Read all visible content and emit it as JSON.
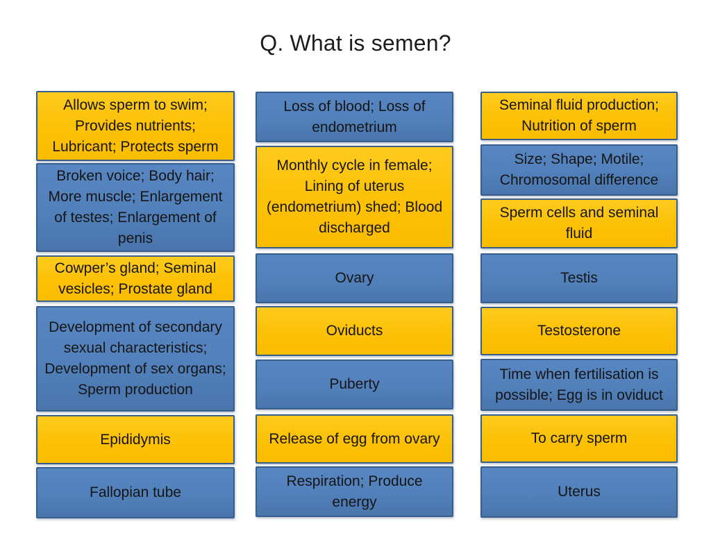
{
  "slide_title": "Q. What is semen?",
  "colors": {
    "box_yellow": "#FCC005",
    "box_blue": "#5180BA",
    "box_border": "#3A5E8C",
    "text": "#151515",
    "background": "#FFFFFF"
  },
  "columns": [
    {
      "boxes": [
        {
          "label": "Allows sperm to swim; Provides nutrients; Lubricant; Protects sperm",
          "color": "yellow"
        },
        {
          "label": "Broken voice; Body hair; More muscle; Enlargement of testes; Enlargement of penis",
          "color": "blue"
        },
        {
          "label": "Cowper’s gland; Seminal vesicles; Prostate gland",
          "color": "yellow"
        },
        {
          "label": "Development of secondary sexual characteristics; Development of sex organs; Sperm production",
          "color": "blue"
        },
        {
          "label": "Epididymis",
          "color": "yellow"
        },
        {
          "label": "Fallopian tube",
          "color": "blue"
        }
      ]
    },
    {
      "boxes": [
        {
          "label": "Loss of blood; Loss of endometrium",
          "color": "blue"
        },
        {
          "label": "Monthly cycle in female; Lining of uterus (endometrium) shed; Blood discharged",
          "color": "yellow"
        },
        {
          "label": "Ovary",
          "color": "blue"
        },
        {
          "label": "Oviducts",
          "color": "yellow"
        },
        {
          "label": "Puberty",
          "color": "blue"
        },
        {
          "label": "Release of egg from ovary",
          "color": "yellow"
        },
        {
          "label": "Respiration; Produce energy",
          "color": "blue"
        }
      ]
    },
    {
      "boxes": [
        {
          "label": "Seminal fluid production; Nutrition of sperm",
          "color": "yellow"
        },
        {
          "label": "Size; Shape; Motile; Chromosomal difference",
          "color": "blue"
        },
        {
          "label": "Sperm cells and seminal fluid",
          "color": "yellow"
        },
        {
          "label": "Testis",
          "color": "blue"
        },
        {
          "label": "Testosterone",
          "color": "yellow"
        },
        {
          "label": "Time when fertilisation is possible; Egg is in oviduct",
          "color": "blue"
        },
        {
          "label": "To carry sperm",
          "color": "yellow"
        },
        {
          "label": "Uterus",
          "color": "blue"
        }
      ]
    }
  ]
}
